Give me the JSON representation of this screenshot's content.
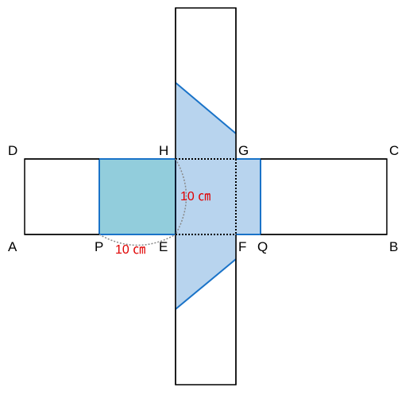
{
  "figure": {
    "points": {
      "A": "A",
      "B": "B",
      "C": "C",
      "D": "D",
      "E": "E",
      "F": "F",
      "G": "G",
      "H": "H",
      "P": "P",
      "Q": "Q"
    },
    "measures": {
      "pe": "10 ㎝",
      "he": "10 ㎝"
    }
  },
  "colors": {
    "outline": "#000000",
    "blue_edge": "#1a73c8",
    "square_fill": "#92cddc",
    "trapezoid_fill": "#b8d4ee",
    "dim_text": "#e00000",
    "arc": "#888888"
  }
}
